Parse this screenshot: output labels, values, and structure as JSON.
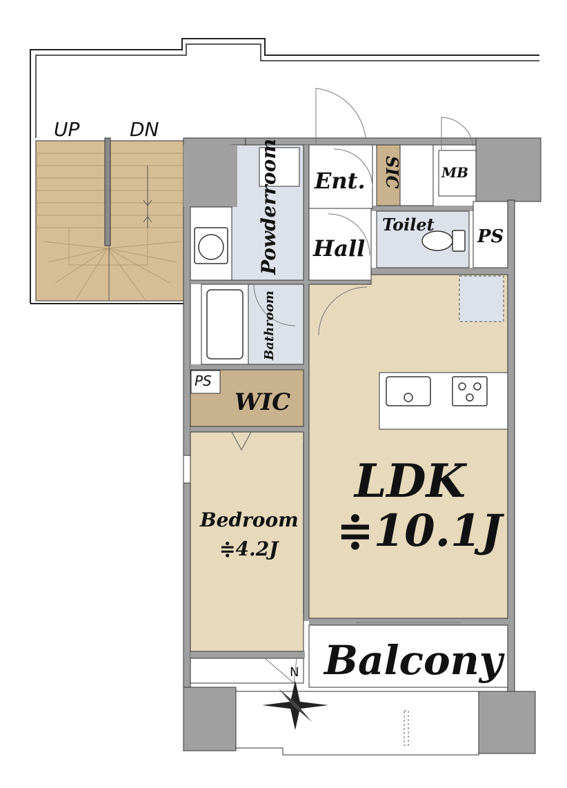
{
  "floor_plan": {
    "stairs": {
      "up_label": "UP",
      "down_label": "DN"
    },
    "rooms": {
      "entrance": "Ent.",
      "hall": "Hall",
      "sic": "SIC",
      "mb": "MB",
      "toilet": "Toilet",
      "ps_right": "PS",
      "ps_left": "PS",
      "powderroom": "Powderroom",
      "bathroom": "Bathroom",
      "wic": "WIC",
      "ldk": "LDK",
      "ldk_area": "≑10.1J",
      "bedroom": "Bedroom",
      "bedroom_area": "≑4.2J",
      "balcony": "Balcony",
      "north": "N"
    },
    "colors": {
      "wall": "#a0a0a0",
      "wood_floor": "#e6d9bc",
      "stair_floor": "#d5bd96",
      "wet_area": "#dde1ea",
      "storage": "#c9b28e",
      "outline": "#1a1a1a"
    }
  }
}
